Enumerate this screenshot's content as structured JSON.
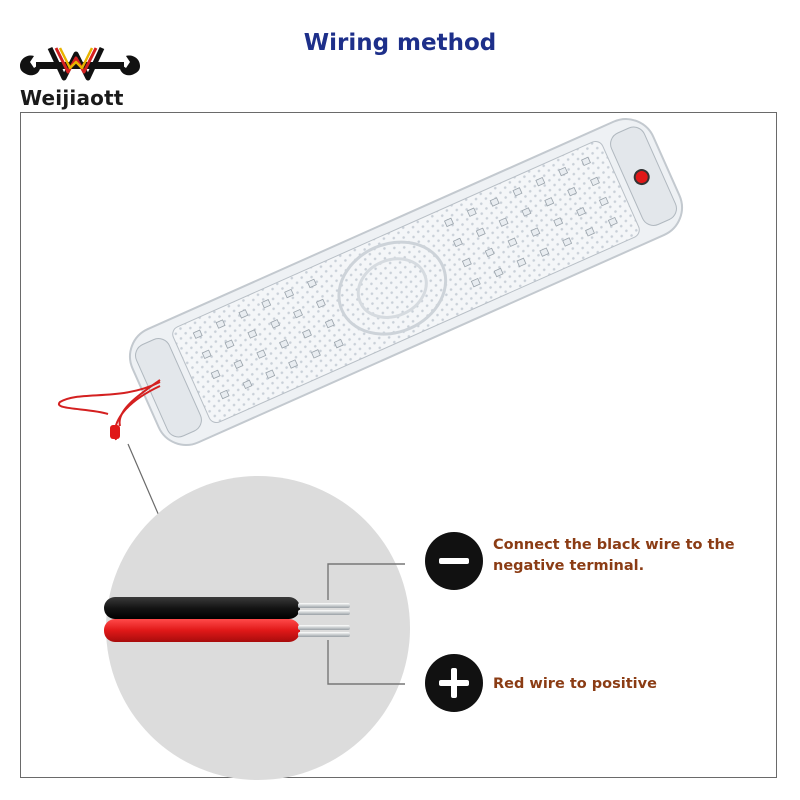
{
  "brand": {
    "name": "Weijiaott"
  },
  "title": "Wiring method",
  "labels": {
    "negative_line1": "Connect the black wire to the",
    "negative_line2": "negative terminal.",
    "positive": "Red wire to positive"
  },
  "colors": {
    "title": "#1d2f8a",
    "caption": "#8b3c14",
    "badge": "#111111",
    "wire_red": "#d42020",
    "wire_black": "#151515"
  },
  "icons": [
    "minus-icon",
    "plus-icon",
    "wrench-logo-icon"
  ]
}
